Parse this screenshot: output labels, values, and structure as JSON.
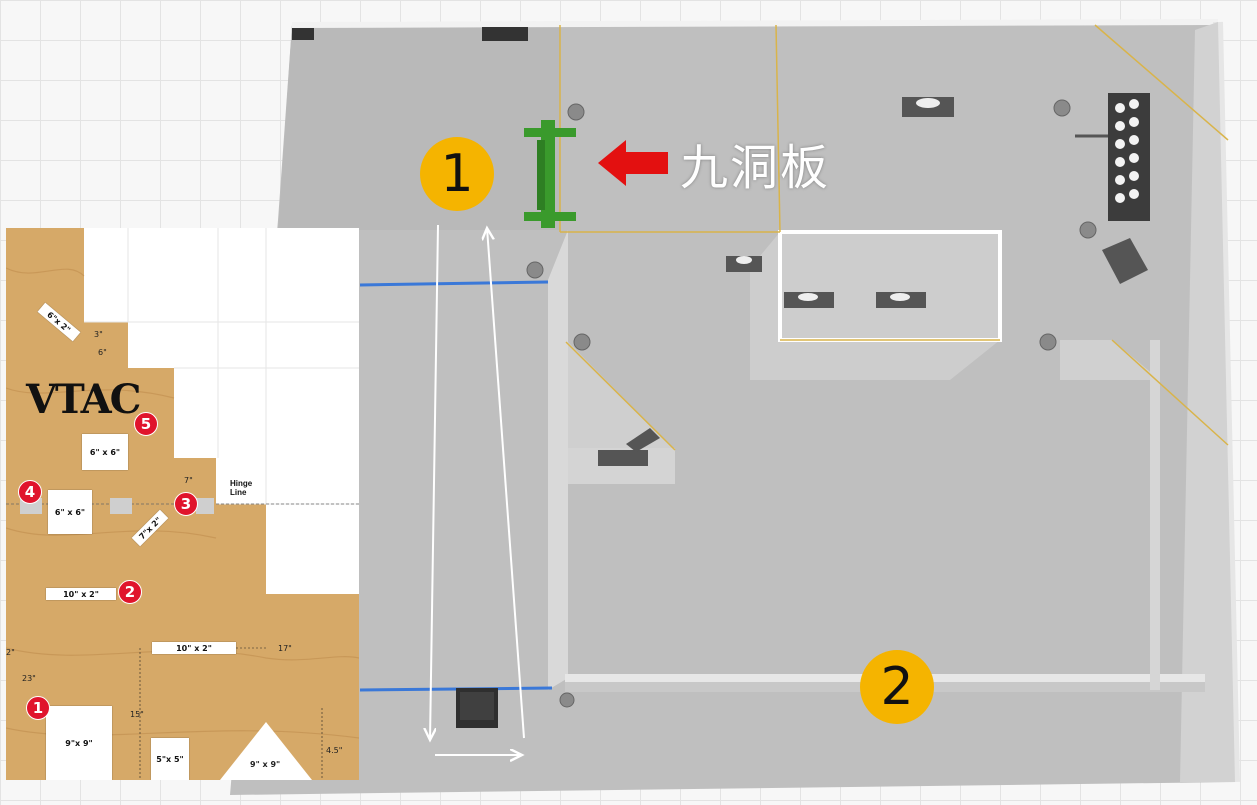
{
  "markers": {
    "marker1": "1",
    "marker2": "2"
  },
  "callout": {
    "text": "九洞板",
    "arrow_color": "#e31010"
  },
  "colors": {
    "floor": "#bdbdbd",
    "floor_dark": "#a7a7a7",
    "wall_top": "#ffffff",
    "zone_line": "#d9b44a",
    "boundary_line": "#3a78d8",
    "badge": "#f5b400",
    "target_stand": "#3a9a2c",
    "plywood": "#d4a766"
  },
  "inset": {
    "logo": "VTAC",
    "hinge_label": "Hinge\nLine",
    "ports": [
      {
        "num": "1",
        "size": "9\"x 9\""
      },
      {
        "num": "2",
        "size": "10\" x 2\""
      },
      {
        "num": "3",
        "size": "7\"x 2\""
      },
      {
        "num": "4",
        "size": "6\" x 6\""
      },
      {
        "num": "5",
        "size": "6\" x 6\""
      }
    ],
    "other_ports": [
      "6\"x 2\"",
      "10\" x 2\"",
      "5\"x 5\"",
      "9\" x 9\""
    ],
    "dimensions": [
      "3\"",
      "6\"",
      "7\"",
      "17\"",
      "23\"",
      "2\"",
      "15\"",
      "4.5\""
    ]
  }
}
